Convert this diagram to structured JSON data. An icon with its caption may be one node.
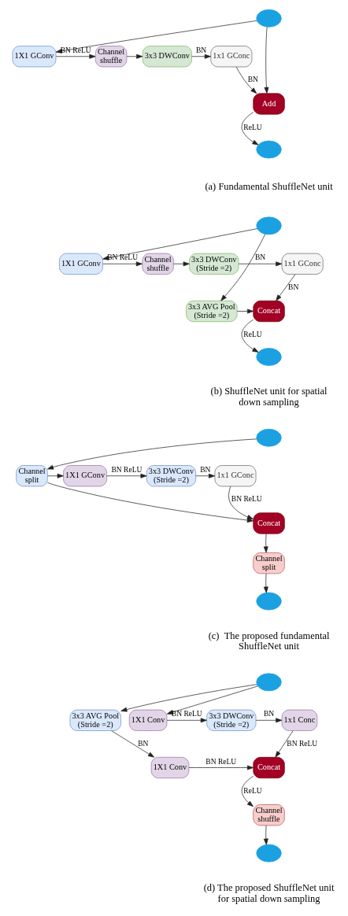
{
  "diagram": {
    "nodes": [
      {
        "text": [],
        "shape": "circle"
      },
      {
        "text": [
          "1X1 GConv"
        ]
      },
      {
        "text": [
          "Channel shuffle"
        ]
      },
      {
        "text": [
          "3x3 DWConv"
        ]
      },
      {
        "text": [
          "1x1 GConc"
        ]
      },
      {
        "text": [
          "Add"
        ]
      },
      {
        "text": [],
        "shape": "circle"
      },
      {
        "text": [],
        "shape": "circle"
      },
      {
        "text": [
          "1X1 GConv"
        ]
      },
      {
        "text": [
          "Channel shuffle"
        ]
      },
      {
        "text": [
          "3x3 DWConv (Stride =2)"
        ]
      },
      {
        "text": [
          "1x1 GConc"
        ]
      },
      {
        "text": [
          "3x3 AVG Pool (Stride =2)"
        ]
      },
      {
        "text": [
          "Concat"
        ]
      },
      {
        "text": [],
        "shape": "circle"
      },
      {
        "text": [],
        "shape": "circle"
      },
      {
        "text": [
          "Channel split"
        ]
      },
      {
        "text": [
          "1X1 GConv"
        ]
      },
      {
        "text": [
          "3x3 DWConv (Stride =2)"
        ]
      },
      {
        "text": [
          "1x1 GConc"
        ]
      },
      {
        "text": [
          "Concat"
        ]
      },
      {
        "text": [
          "Channel split"
        ]
      },
      {
        "text": [],
        "shape": "circle"
      },
      {
        "text": [],
        "shape": "circle"
      },
      {
        "text": [
          "3x3 AVG Pool (Stride =2)"
        ]
      },
      {
        "text": [
          "1X1 Conv"
        ]
      },
      {
        "text": [
          "3x3 DWConv (Stride =2)"
        ]
      },
      {
        "text": [
          "1x1 Conc"
        ]
      },
      {
        "text": [
          "1X1 Conv"
        ]
      },
      {
        "text": [
          "Concat"
        ]
      },
      {
        "text": [
          "Channel shuffle"
        ]
      },
      {
        "text": [],
        "shape": "circle"
      }
    ],
    "edges": [
      {
        "from": 0,
        "to": 1,
        "arrow": "to"
      },
      {
        "from": 1,
        "to": 2,
        "arrow": "to",
        "label": "BN ReLU"
      },
      {
        "from": 2,
        "to": 3,
        "arrow": "to"
      },
      {
        "from": 3,
        "to": 4,
        "arrow": "to",
        "label": "BN"
      },
      {
        "from": 4,
        "to": 5,
        "arrow": "to",
        "label": "BN"
      },
      {
        "from": 0,
        "to": 5,
        "arrow": "to"
      },
      {
        "from": 5,
        "to": 6,
        "arrow": "to",
        "label": "ReLU"
      },
      {
        "from": 7,
        "to": 8,
        "arrow": "to"
      },
      {
        "from": 8,
        "to": 9,
        "arrow": "to",
        "label": "BN ReLU"
      },
      {
        "from": 9,
        "to": 10,
        "arrow": "to"
      },
      {
        "from": 10,
        "to": 11,
        "arrow": "to",
        "label": "BN"
      },
      {
        "from": 11,
        "to": 13,
        "arrow": "to",
        "label": "BN"
      },
      {
        "from": 7,
        "to": 12,
        "arrow": "to"
      },
      {
        "from": 12,
        "to": 13,
        "arrow": "to"
      },
      {
        "from": 13,
        "to": 14,
        "arrow": "to",
        "label": "ReLU"
      },
      {
        "from": 15,
        "to": 16,
        "arrow": "to"
      },
      {
        "from": 16,
        "to": 17,
        "arrow": "to"
      },
      {
        "from": 17,
        "to": 18,
        "arrow": "to",
        "label": "BN ReLU"
      },
      {
        "from": 18,
        "to": 19,
        "arrow": "to",
        "label": "BN"
      },
      {
        "from": 19,
        "to": 20,
        "arrow": "to",
        "label": "BN ReLU"
      },
      {
        "from": 16,
        "to": 20,
        "arrow": "to"
      },
      {
        "from": 20,
        "to": 21,
        "arrow": "to"
      },
      {
        "from": 21,
        "to": 22,
        "arrow": "to"
      },
      {
        "from": 23,
        "to": 24,
        "arrow": "to"
      },
      {
        "from": 23,
        "to": 25,
        "arrow": "to"
      },
      {
        "from": 25,
        "to": 26,
        "arrow": "to",
        "label": "BN ReLU"
      },
      {
        "from": 26,
        "to": 27,
        "arrow": "to",
        "label": "BN"
      },
      {
        "from": 27,
        "to": 29,
        "arrow": "to",
        "label": "BN ReLU"
      },
      {
        "from": 24,
        "to": 28,
        "arrow": "to",
        "label": "BN"
      },
      {
        "from": 28,
        "to": 29,
        "arrow": "to",
        "label": "BN ReLU"
      },
      {
        "from": 29,
        "to": 30,
        "arrow": "to",
        "label": "ReLU"
      },
      {
        "from": 30,
        "to": 31,
        "arrow": "to"
      }
    ],
    "labels": [
      "(a) Fundamental ShuffleNet unit",
      "(b) ShuffleNet unit for spatial down sampling",
      "(c)  The proposed fundamental ShuffleNet unit",
      "(d) The proposed ShuffleNet unit for spatial down sampling"
    ]
  }
}
